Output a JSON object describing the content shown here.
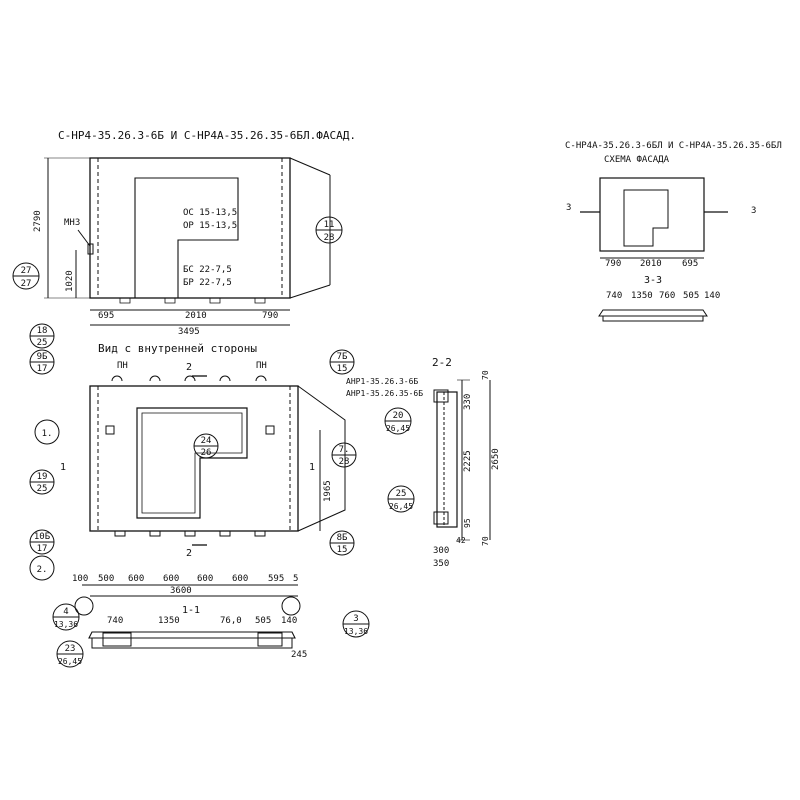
{
  "titles": {
    "facade_main": "С-НР4-35.26.3-6Б И С-НР4А-35.26.35-6БЛ.ФАСАД.",
    "facade_side_1": "С-НР4А-35.26.3-6БЛ И С-НР4А-35.26.35-6БЛ",
    "facade_side_2": "СХЕМА ФАСАДА",
    "inner_view": "Вид с внутренней стороны",
    "sec_22": "2-2",
    "sec_33": "3-3",
    "sec_11": "1-1"
  },
  "labels": {
    "mn3": "МН3",
    "os": "ОС 15-13,5",
    "or": "ОР 15-13,5",
    "bs": "БС 22-7,5",
    "br": "БР 22-7,5",
    "pn_left": "ПН",
    "pn_right": "ПН",
    "anr1": "АНР1-35.26.3-6Б",
    "anr2": "АНР1-35.26.35-6Б"
  },
  "marks": {
    "m1": "1.",
    "m2": "2.",
    "m7": "7.",
    "sec1_l": "1",
    "sec1_r": "1",
    "sec2_top": "2",
    "sec2_bot": "2",
    "sec3_l": "3",
    "sec3_r": "3"
  },
  "callouts": [
    {
      "top": "11",
      "bottom": "28"
    },
    {
      "top": "27",
      "bottom": "27"
    },
    {
      "top": "18",
      "bottom": "25"
    },
    {
      "top": "9Б",
      "bottom": "17"
    },
    {
      "top": "7Б",
      "bottom": "15"
    },
    {
      "top": "24",
      "bottom": "26"
    },
    {
      "top": "",
      "bottom": "28"
    },
    {
      "top": "19",
      "bottom": "25"
    },
    {
      "top": "10Б",
      "bottom": "17"
    },
    {
      "top": "8Б",
      "bottom": "15"
    },
    {
      "top": "20",
      "bottom": "26,45"
    },
    {
      "top": "25",
      "bottom": "26,45"
    },
    {
      "top": "4",
      "bottom": "13,36"
    },
    {
      "top": "3",
      "bottom": "13,36"
    },
    {
      "top": "23",
      "bottom": "26,45"
    }
  ],
  "dims": {
    "top": [
      "695",
      "2010",
      "790",
      "3495",
      "2790",
      "1020"
    ],
    "side": [
      "790",
      "2010",
      "695",
      "740",
      "1350",
      "760",
      "505",
      "140"
    ],
    "inner": [
      "100",
      "500",
      "600",
      "600",
      "600",
      "600",
      "595",
      "5",
      "3600",
      "1965"
    ],
    "sec22": [
      "70",
      "330",
      "2225",
      "2650",
      "70",
      "42",
      "95",
      "300",
      "350"
    ],
    "sec11": [
      "740",
      "1350",
      "76,0",
      "505",
      "140",
      "245"
    ]
  }
}
